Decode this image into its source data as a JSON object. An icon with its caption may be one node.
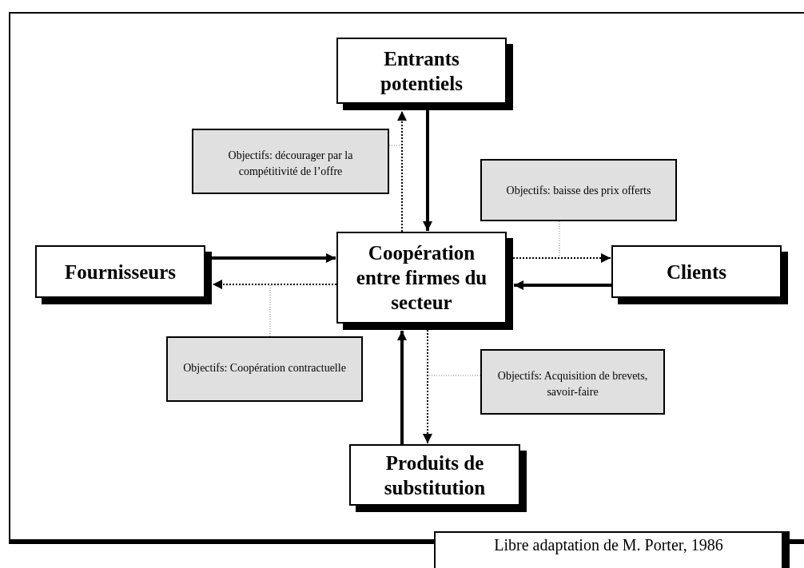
{
  "diagram": {
    "caption": "Libre adaptation de M. Porter, 1986",
    "nodes": [
      {
        "text": [
          "Entrants potentiels"
        ]
      },
      {
        "text": [
          "Objectifs: décourager par la compétitivité de l’offre"
        ]
      },
      {
        "text": [
          "Objectifs: baisse des prix offerts"
        ]
      },
      {
        "text": [
          "Fournisseurs"
        ]
      },
      {
        "text": [
          "Coopération entre firmes du secteur"
        ]
      },
      {
        "text": [
          "Clients"
        ]
      },
      {
        "text": [
          "Objectifs: Coopération contractuelle"
        ]
      },
      {
        "text": [
          "Objectifs: Acquisition de brevets, savoir-faire"
        ]
      },
      {
        "text": [
          "Produits de substitution"
        ]
      }
    ],
    "edges": [
      {
        "from": 0,
        "to": 4,
        "arrow": "to",
        "style": "thick"
      },
      {
        "from": 4,
        "to": 0,
        "arrow": "to",
        "style": "dashed"
      },
      {
        "from": 3,
        "to": 4,
        "arrow": "to",
        "style": "thick"
      },
      {
        "from": 4,
        "to": 3,
        "arrow": "to",
        "style": "dashed"
      },
      {
        "from": 5,
        "to": 4,
        "arrow": "to",
        "style": "thick"
      },
      {
        "from": 4,
        "to": 5,
        "arrow": "to",
        "style": "dashed"
      },
      {
        "from": 8,
        "to": 4,
        "arrow": "to",
        "style": "thick"
      },
      {
        "from": 4,
        "to": 8,
        "arrow": "to",
        "style": "dashed"
      },
      {
        "from": 1,
        "to": null,
        "arrow": "none",
        "style": "dashed",
        "color": "#808080"
      },
      {
        "from": 2,
        "to": null,
        "arrow": "none",
        "style": "dashed",
        "color": "#808080"
      },
      {
        "from": 6,
        "to": null,
        "arrow": "none",
        "style": "dashed",
        "color": "#808080"
      },
      {
        "from": 7,
        "to": null,
        "arrow": "none",
        "style": "dashed",
        "color": "#808080"
      }
    ]
  }
}
